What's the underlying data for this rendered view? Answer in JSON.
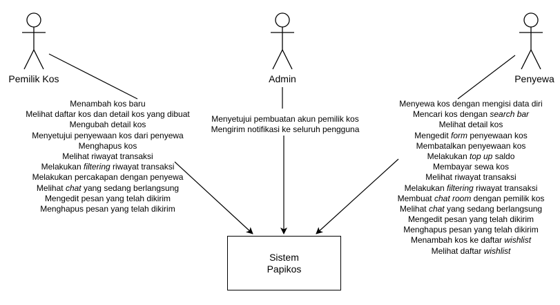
{
  "actors": [
    {
      "id": "pemilik",
      "name": "Pemilik Kos"
    },
    {
      "id": "admin",
      "name": "Admin"
    },
    {
      "id": "penyewa",
      "name": "Penyewa"
    }
  ],
  "system": {
    "line1": "Sistem",
    "line2": "Papikos"
  },
  "pemilik_functions": [
    [
      "Menambah kos baru"
    ],
    [
      "Melihat daftar kos dan detail kos yang dibuat"
    ],
    [
      "Mengubah detail kos"
    ],
    [
      "Menyetujui penyewaan kos dari penyewa"
    ],
    [
      "Menghapus kos"
    ],
    [
      "Melihat riwayat transaksi"
    ],
    [
      "Melakukan ",
      "filtering",
      " riwayat transaksi"
    ],
    [
      "Melakukan percakapan dengan penyewa"
    ],
    [
      "Melihat ",
      "chat",
      " yang sedang berlangsung"
    ],
    [
      "Mengedit pesan yang telah dikirim"
    ],
    [
      "Menghapus pesan yang telah dikirim"
    ]
  ],
  "admin_functions": [
    [
      "Menyetujui pembuatan akun pemilik kos"
    ],
    [
      "Mengirim notifikasi ke seluruh pengguna"
    ]
  ],
  "penyewa_functions": [
    [
      "Menyewa kos dengan mengisi data diri"
    ],
    [
      "Mencari kos dengan ",
      "search bar"
    ],
    [
      "Melihat detail kos"
    ],
    [
      "Mengedit ",
      "form",
      " penyewaan kos"
    ],
    [
      "Membatalkan penyewaan kos"
    ],
    [
      "Melakukan ",
      "top up",
      " saldo"
    ],
    [
      "Membayar sewa kos"
    ],
    [
      "Melihat riwayat transaksi"
    ],
    [
      "Melakukan ",
      "filtering",
      " riwayat transaksi"
    ],
    [
      "Membuat ",
      "chat room",
      " dengan pemilik kos"
    ],
    [
      "Melihat ",
      "chat",
      " yang sedang berlangsung"
    ],
    [
      "Mengedit pesan yang telah dikirim"
    ],
    [
      "Menghapus pesan yang telah dikirim"
    ],
    [
      "Menambah kos ke daftar ",
      "wishlist"
    ],
    [
      "Melihat daftar ",
      "wishlist"
    ]
  ]
}
